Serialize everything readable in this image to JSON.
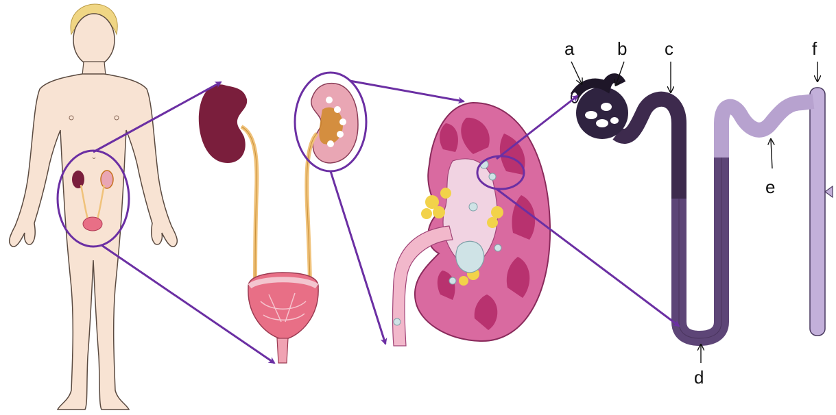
{
  "labels": {
    "a": "a",
    "b": "b",
    "c": "c",
    "d": "d",
    "e": "e",
    "f": "f"
  },
  "colors": {
    "skin": "#f8e3d3",
    "skin_outline": "#5a4a40",
    "hair": "#f0d684",
    "kidney_dark": "#7a1e3c",
    "kidney_pink": "#e9a6b4",
    "ureter": "#f0c27a",
    "bladder": "#e86f86",
    "section_pink": "#d96aa0",
    "section_inner": "#b8326f",
    "fat_yellow": "#f2d24a",
    "stone": "#cfe3e6",
    "arrow_purple": "#6b2fa3",
    "nephron_dark": "#3d2a4d",
    "nephron_mid": "#5d4577",
    "nephron_light": "#b7a2cf",
    "duct_light": "#c3b0da"
  }
}
